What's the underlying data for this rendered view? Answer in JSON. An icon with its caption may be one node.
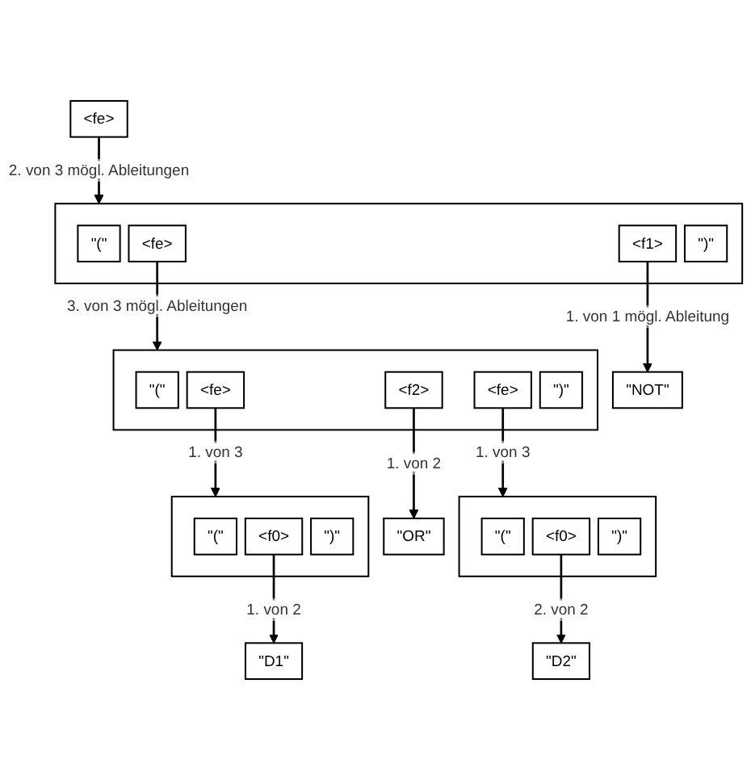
{
  "diagram": {
    "nodes": [
      {
        "text": [
          "<fe>"
        ]
      },
      {
        "text": [],
        "shape": "box"
      },
      {
        "text": [
          "\"(\""
        ],
        "in": 1
      },
      {
        "text": [
          "<f1>"
        ],
        "in": 1
      },
      {
        "text": [
          "<fe>"
        ],
        "in": 1
      },
      {
        "text": [
          "\")\""
        ],
        "in": 1
      },
      {
        "text": [
          "\"NOT\""
        ]
      },
      {
        "text": [],
        "shape": "box"
      },
      {
        "text": [
          "\"(\""
        ],
        "in": 7
      },
      {
        "text": [
          "<f2>"
        ],
        "in": 7
      },
      {
        "text": [
          "<fe>"
        ],
        "in": 7
      },
      {
        "text": [
          "<fe>"
        ],
        "in": 7
      },
      {
        "text": [
          "\")\""
        ],
        "in": 7
      },
      {
        "text": [
          "\"OR\""
        ]
      },
      {
        "text": [],
        "shape": "box"
      },
      {
        "text": [
          "\"(\""
        ],
        "in": 14
      },
      {
        "text": [
          "<f0>"
        ],
        "in": 14
      },
      {
        "text": [
          "\")\""
        ],
        "in": 14
      },
      {
        "text": [],
        "shape": "box"
      },
      {
        "text": [
          "\"(\""
        ],
        "in": 18
      },
      {
        "text": [
          "<f0>"
        ],
        "in": 18
      },
      {
        "text": [
          "\")\""
        ],
        "in": 18
      },
      {
        "text": [
          "\"D1\""
        ]
      },
      {
        "text": [
          "\"D2\""
        ]
      }
    ],
    "edges": [
      {
        "from": 0,
        "to": 1,
        "arrow": "to",
        "label": "2. von 3 mögl. Ableitungen"
      },
      {
        "from": 3,
        "to": 6,
        "arrow": "to",
        "label": "1. von 1 mögl. Ableitung"
      },
      {
        "from": 4,
        "to": 7,
        "arrow": "to",
        "label": "3. von 3 mögl. Ableitungen"
      },
      {
        "from": 9,
        "to": 13,
        "arrow": "to",
        "label": "1. von 2"
      },
      {
        "from": 10,
        "to": 14,
        "arrow": "to",
        "label": "1. von 3"
      },
      {
        "from": 11,
        "to": 18,
        "arrow": "to",
        "label": "1. von 3"
      },
      {
        "from": 16,
        "to": 22,
        "arrow": "to",
        "label": "1. von 2"
      },
      {
        "from": 20,
        "to": 23,
        "arrow": "to",
        "label": "2. von 2"
      }
    ]
  }
}
